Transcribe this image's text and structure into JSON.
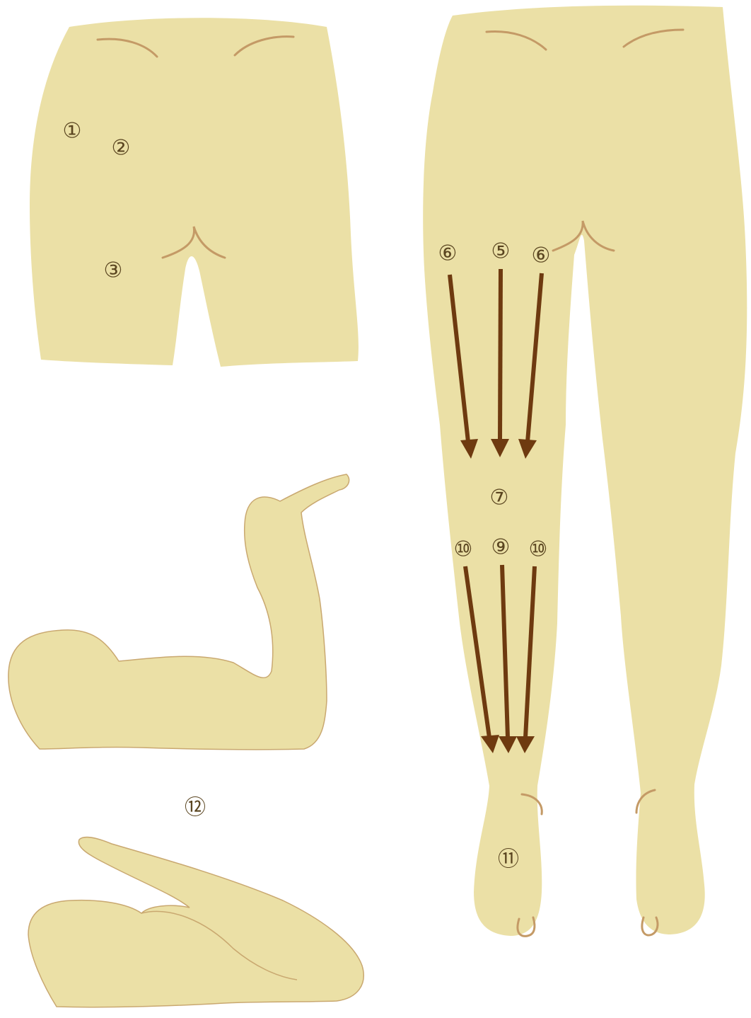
{
  "points": {
    "p1": "①",
    "p2": "②",
    "p3": "③",
    "p5": "⑤",
    "p6_left": "⑥",
    "p6_right": "⑥",
    "p7": "⑦",
    "p9": "⑨",
    "p10_left": "⑩",
    "p10_right": "⑩",
    "p11": "⑪",
    "p12": "⑫"
  },
  "colors": {
    "skin": "#ebe0a6",
    "crease": "#c49a66",
    "arrow": "#6e3a10",
    "label": "#5a4520"
  }
}
